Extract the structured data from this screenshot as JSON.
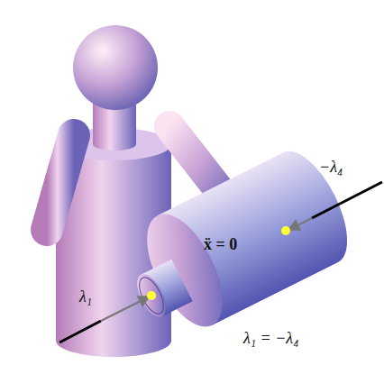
{
  "diagram": {
    "labels": [
      "−λ₄",
      "ẍ = 0",
      "λ₁",
      "λ₁ = −λ₄"
    ]
  }
}
